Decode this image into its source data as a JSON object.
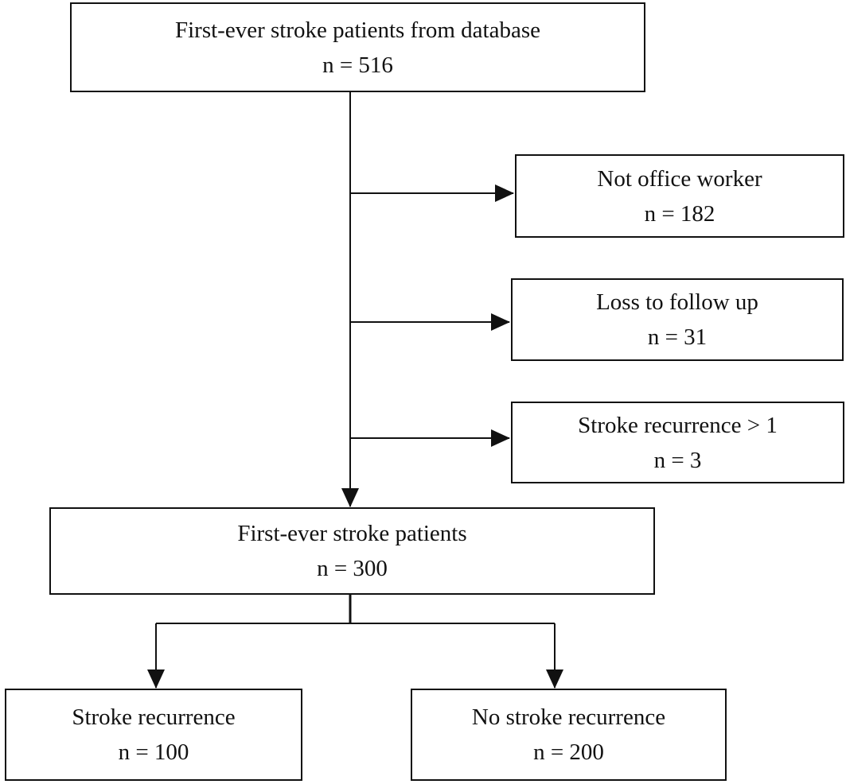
{
  "boxes": {
    "top": {
      "label": "First-ever stroke patients from database",
      "count": "n = 516"
    },
    "ex1": {
      "label": "Not office worker",
      "count": "n = 182"
    },
    "ex2": {
      "label": "Loss to follow up",
      "count": "n = 31"
    },
    "ex3": {
      "label": "Stroke recurrence > 1",
      "count": "n = 3"
    },
    "mid": {
      "label": "First-ever stroke patients",
      "count": "n = 300"
    },
    "left": {
      "label": "Stroke recurrence",
      "count": "n = 100"
    },
    "right": {
      "label": "No stroke recurrence",
      "count": "n = 200"
    }
  },
  "colors": {
    "line": "#111111",
    "box_fill": "#ffffff"
  }
}
